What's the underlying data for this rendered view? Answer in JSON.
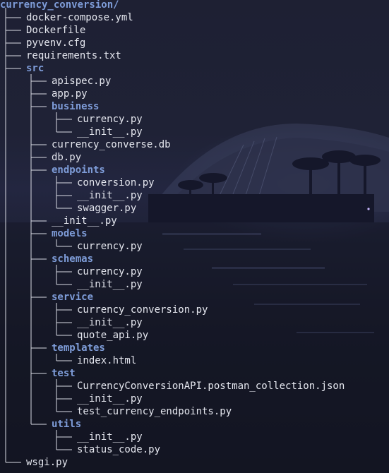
{
  "terminal": {
    "root": {
      "label": "currency_conversion/",
      "type": "dir",
      "depth": 0
    },
    "entries": [
      {
        "label": "docker-compose.yml",
        "type": "file",
        "depth": 1,
        "last": false
      },
      {
        "label": "Dockerfile",
        "type": "file",
        "depth": 1,
        "last": false
      },
      {
        "label": "pyvenv.cfg",
        "type": "file",
        "depth": 1,
        "last": false
      },
      {
        "label": "requirements.txt",
        "type": "file",
        "depth": 1,
        "last": false
      },
      {
        "label": "src",
        "type": "dir",
        "depth": 1,
        "last": false
      },
      {
        "label": "apispec.py",
        "type": "file",
        "depth": 2,
        "last": false
      },
      {
        "label": "app.py",
        "type": "file",
        "depth": 2,
        "last": false
      },
      {
        "label": "business",
        "type": "dir",
        "depth": 2,
        "last": false
      },
      {
        "label": "currency.py",
        "type": "file",
        "depth": 3,
        "last": false
      },
      {
        "label": "__init__.py",
        "type": "file",
        "depth": 3,
        "last": true
      },
      {
        "label": "currency_converse.db",
        "type": "file",
        "depth": 2,
        "last": false
      },
      {
        "label": "db.py",
        "type": "file",
        "depth": 2,
        "last": false
      },
      {
        "label": "endpoints",
        "type": "dir",
        "depth": 2,
        "last": false
      },
      {
        "label": "conversion.py",
        "type": "file",
        "depth": 3,
        "last": false
      },
      {
        "label": "__init__.py",
        "type": "file",
        "depth": 3,
        "last": false
      },
      {
        "label": "swagger.py",
        "type": "file",
        "depth": 3,
        "last": true
      },
      {
        "label": "__init__.py",
        "type": "file",
        "depth": 2,
        "last": false
      },
      {
        "label": "models",
        "type": "dir",
        "depth": 2,
        "last": false
      },
      {
        "label": "currency.py",
        "type": "file",
        "depth": 3,
        "last": true
      },
      {
        "label": "schemas",
        "type": "dir",
        "depth": 2,
        "last": false
      },
      {
        "label": "currency.py",
        "type": "file",
        "depth": 3,
        "last": false
      },
      {
        "label": "__init__.py",
        "type": "file",
        "depth": 3,
        "last": true
      },
      {
        "label": "service",
        "type": "dir",
        "depth": 2,
        "last": false
      },
      {
        "label": "currency_conversion.py",
        "type": "file",
        "depth": 3,
        "last": false
      },
      {
        "label": "__init__.py",
        "type": "file",
        "depth": 3,
        "last": false
      },
      {
        "label": "quote_api.py",
        "type": "file",
        "depth": 3,
        "last": true
      },
      {
        "label": "templates",
        "type": "dir",
        "depth": 2,
        "last": false
      },
      {
        "label": "index.html",
        "type": "file",
        "depth": 3,
        "last": true
      },
      {
        "label": "test",
        "type": "dir",
        "depth": 2,
        "last": false
      },
      {
        "label": "CurrencyConversionAPI.postman_collection.json",
        "type": "file",
        "depth": 3,
        "last": false
      },
      {
        "label": "__init__.py",
        "type": "file",
        "depth": 3,
        "last": false
      },
      {
        "label": "test_currency_endpoints.py",
        "type": "file",
        "depth": 3,
        "last": true
      },
      {
        "label": "utils",
        "type": "dir",
        "depth": 2,
        "last": true
      },
      {
        "label": "__init__.py",
        "type": "file",
        "depth": 3,
        "last": false
      },
      {
        "label": "status_code.py",
        "type": "file",
        "depth": 3,
        "last": true
      },
      {
        "label": "wsgi.py",
        "type": "file",
        "depth": 1,
        "last": true
      }
    ]
  },
  "colors": {
    "directory": "#7e9cd8",
    "file": "#e4e6ee",
    "tree_lines": "#d9dbe4",
    "background": "#1d2032"
  }
}
